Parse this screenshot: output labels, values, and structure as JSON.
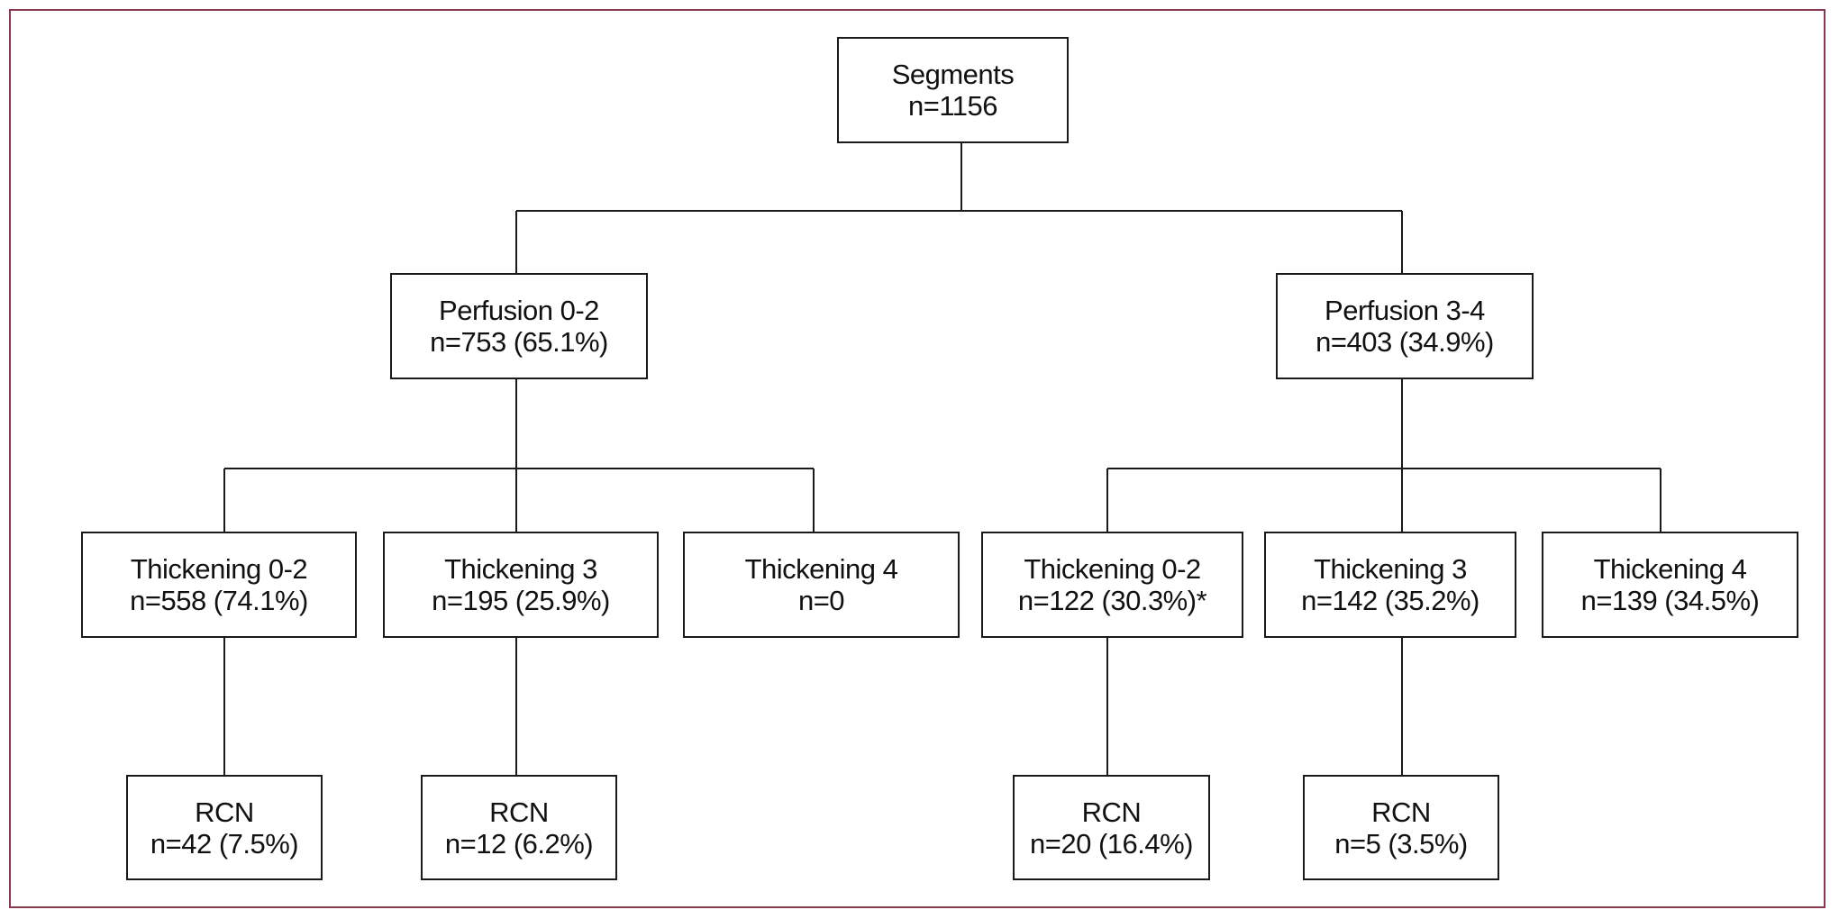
{
  "diagram": {
    "root": {
      "line1": "Segments",
      "line2": "n=1156"
    },
    "perfusion_low": {
      "line1": "Perfusion 0-2",
      "line2": "n=753 (65.1%)"
    },
    "perfusion_high": {
      "line1": "Perfusion 3-4",
      "line2": "n=403 (34.9%)"
    },
    "low_thickening_0_2": {
      "line1": "Thickening 0-2",
      "line2": "n=558 (74.1%)"
    },
    "low_thickening_3": {
      "line1": "Thickening 3",
      "line2": "n=195 (25.9%)"
    },
    "low_thickening_4": {
      "line1": "Thickening 4",
      "line2": "n=0"
    },
    "high_thickening_0_2": {
      "line1": "Thickening 0-2",
      "line2": "n=122 (30.3%)*"
    },
    "high_thickening_3": {
      "line1": "Thickening 3",
      "line2": "n=142 (35.2%)"
    },
    "high_thickening_4": {
      "line1": "Thickening 4",
      "line2": "n=139 (34.5%)"
    },
    "rcn_low_0_2": {
      "line1": "RCN",
      "line2": "n=42 (7.5%)"
    },
    "rcn_low_3": {
      "line1": "RCN",
      "line2": "n=12 (6.2%)"
    },
    "rcn_high_0_2": {
      "line1": "RCN",
      "line2": "n=20 (16.4%)"
    },
    "rcn_high_3": {
      "line1": "RCN",
      "line2": "n=5 (3.5%)"
    }
  },
  "colors": {
    "frame_border": "#8a3a4e",
    "line": "#1a1a1a",
    "text": "#111111"
  }
}
